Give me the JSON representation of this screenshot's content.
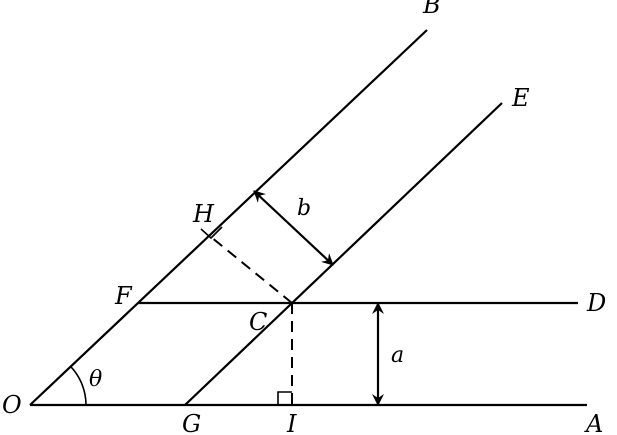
{
  "labels": {
    "O": "O",
    "A": "A",
    "B": "B",
    "C": "C",
    "D": "D",
    "E": "E",
    "F": "F",
    "G": "G",
    "H": "H",
    "I": "I",
    "a": "a",
    "b": "b",
    "theta": "θ"
  },
  "colors": {
    "stroke": "#000000",
    "background": "#ffffff"
  }
}
